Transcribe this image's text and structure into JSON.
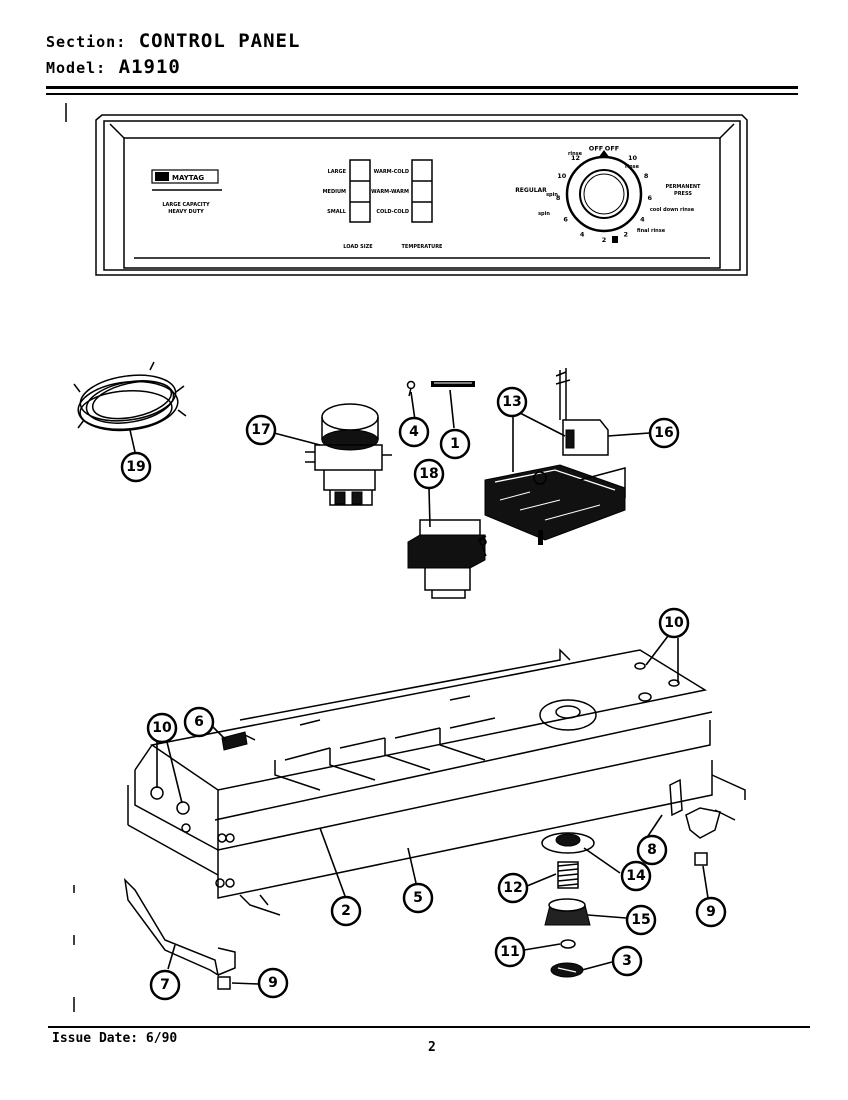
{
  "header": {
    "section_label": "Section:",
    "section_value": "CONTROL PANEL",
    "model_label": "Model:",
    "model_value": "A1910"
  },
  "panel": {
    "brand": "MAYTAG",
    "capacity_text": [
      "LARGE CAPACITY",
      "HEAVY DUTY"
    ],
    "load_size_options": [
      "LARGE",
      "MEDIUM",
      "SMALL"
    ],
    "temperature_options": [
      "WARM-COLD",
      "WARM-WARM",
      "COLD-COLD"
    ],
    "load_size_label": "LOAD SIZE",
    "temperature_label": "TEMPERATURE",
    "dial_left_label": "REGULAR",
    "dial_right_label": [
      "PERMANENT",
      "PRESS"
    ],
    "dial_numbers": [
      "OFF",
      "10",
      "8",
      "6",
      "4",
      "2",
      "2",
      "4",
      "6",
      "8",
      "10",
      "12",
      "OFF"
    ],
    "dial_side_texts": [
      "rinse",
      "spin",
      "cool down rinse",
      "rinse",
      "spin",
      "final rinse"
    ]
  },
  "callouts": [
    "1",
    "2",
    "3",
    "4",
    "5",
    "6",
    "7",
    "8",
    "9",
    "9",
    "10",
    "10",
    "11",
    "12",
    "13",
    "14",
    "15",
    "16",
    "17",
    "18",
    "19"
  ],
  "footer": {
    "issue_date": "Issue Date: 6/90",
    "page_number": "2"
  }
}
